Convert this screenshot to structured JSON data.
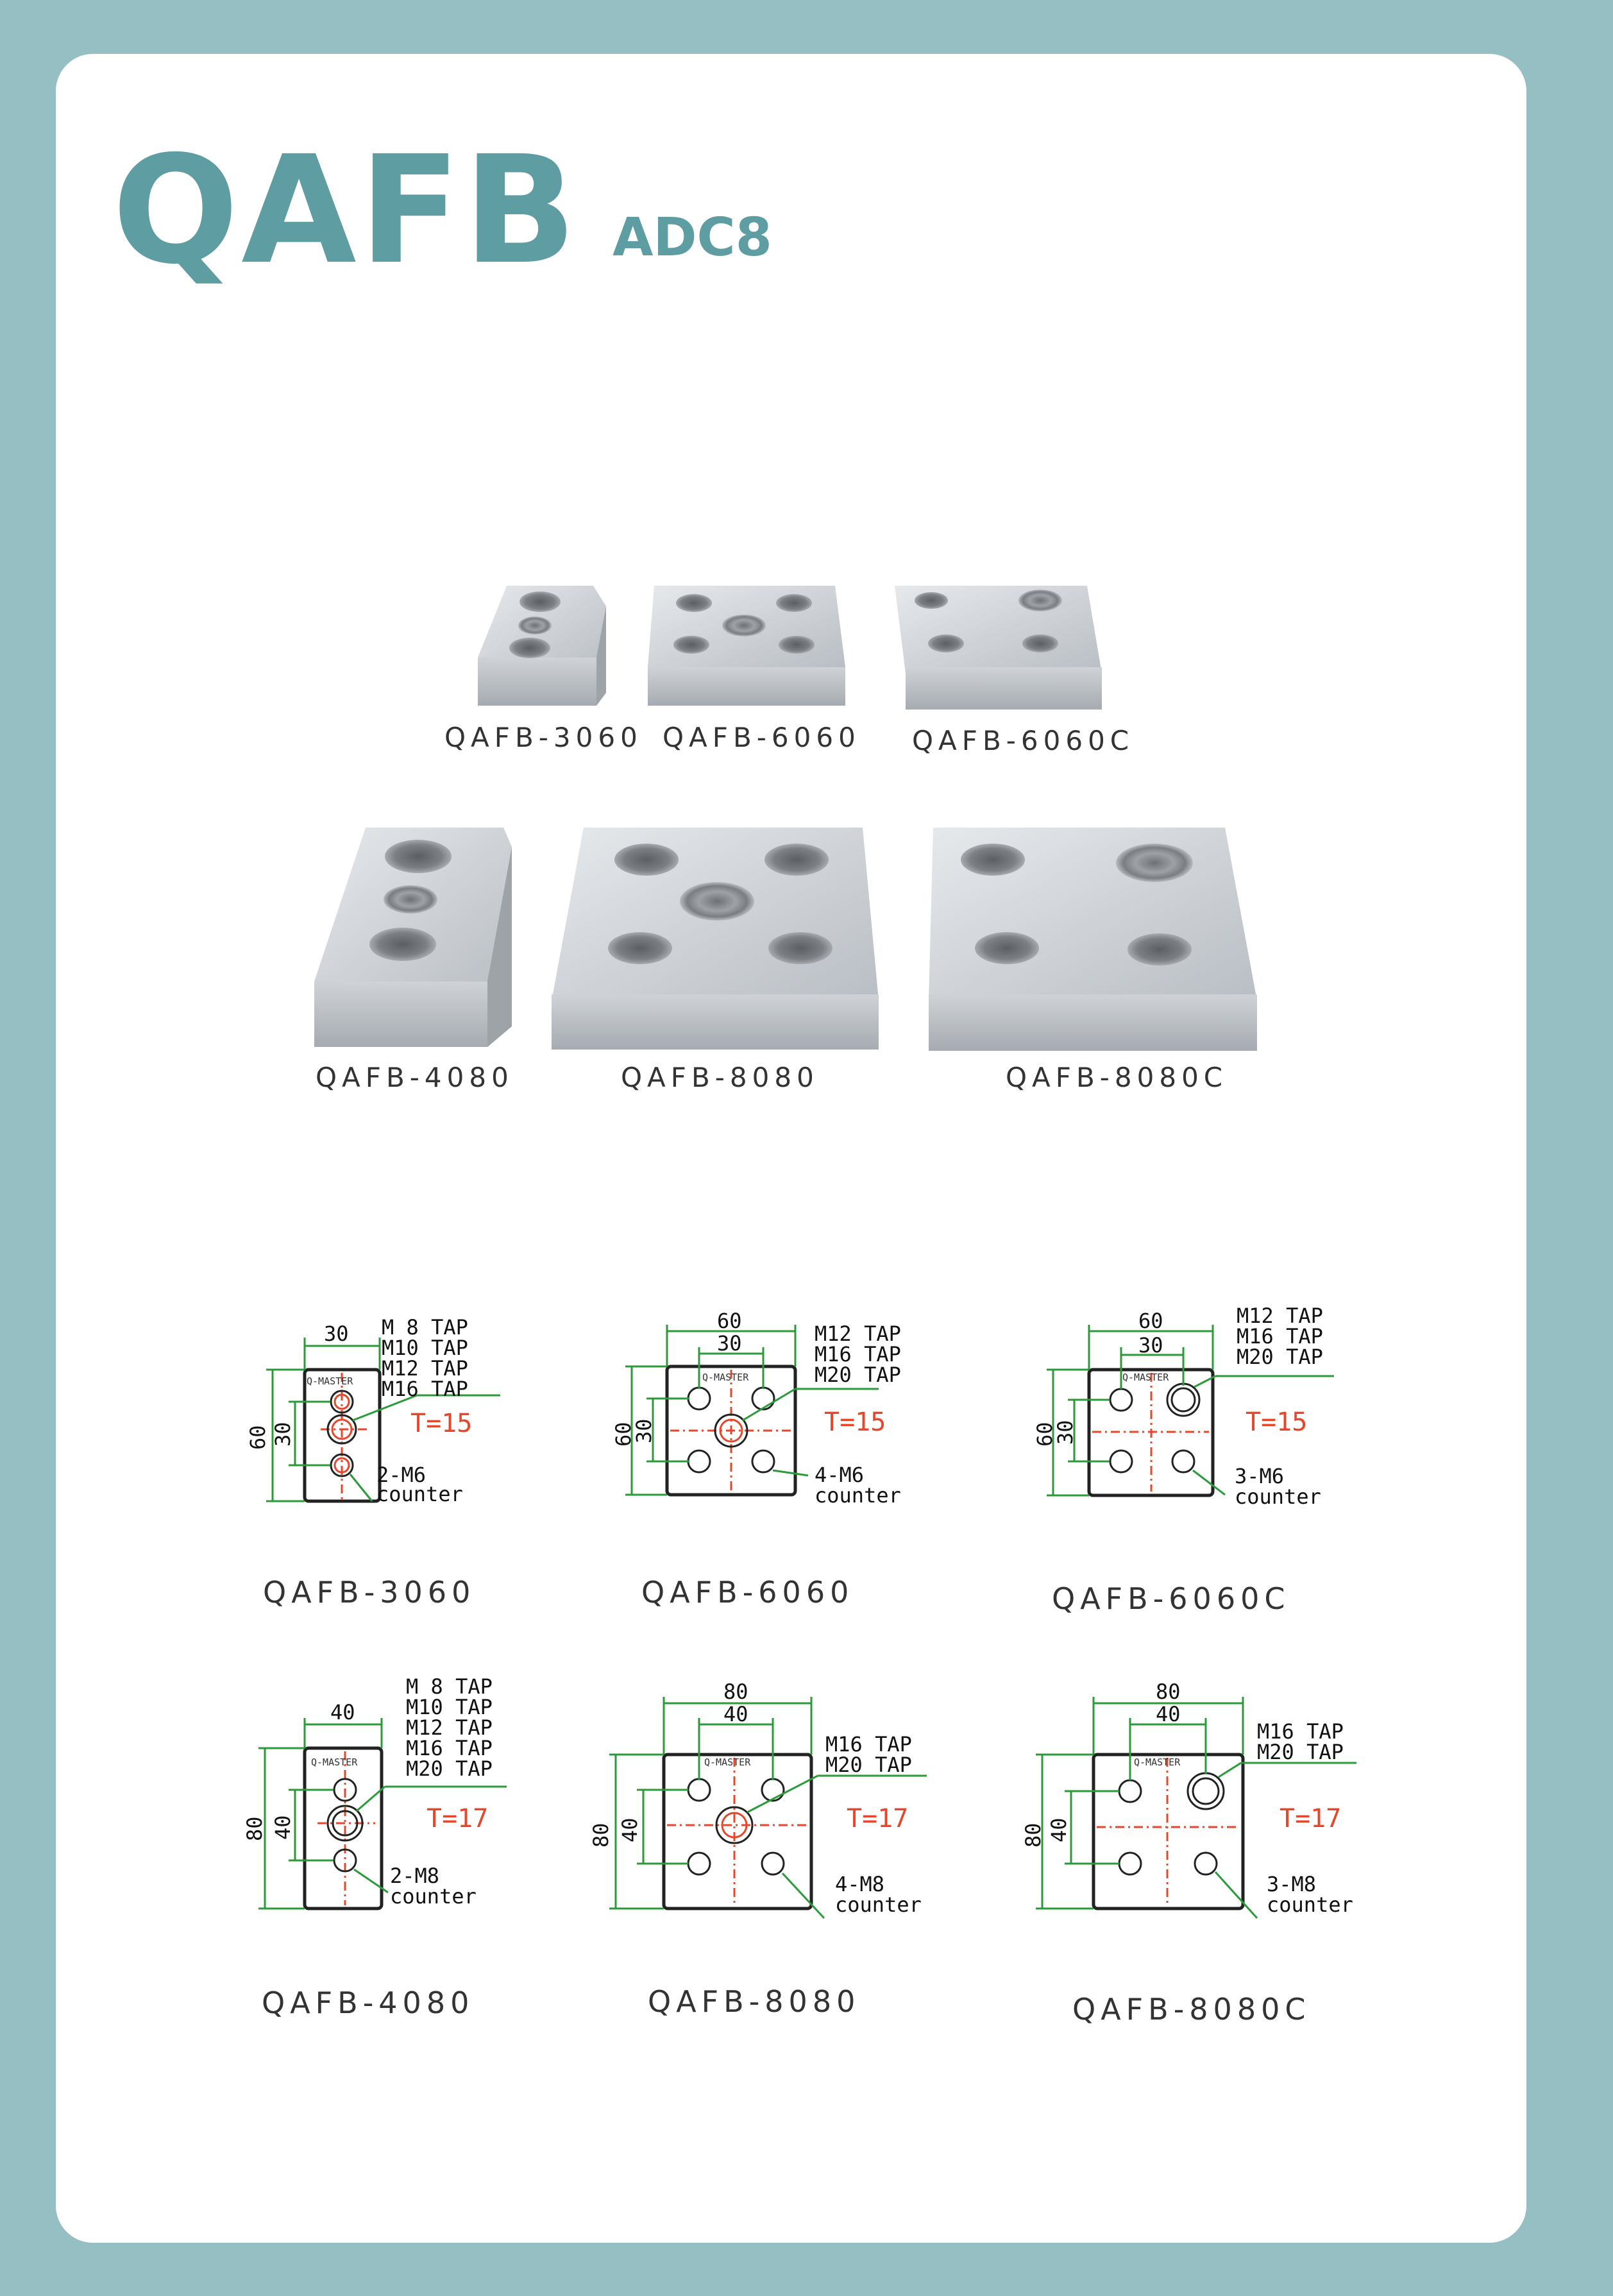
{
  "header": {
    "title": "QAFB",
    "material": "ADC8"
  },
  "photos": [
    {
      "label": "QAFB-3060"
    },
    {
      "label": "QAFB-6060"
    },
    {
      "label": "QAFB-6060C"
    },
    {
      "label": "QAFB-4080"
    },
    {
      "label": "QAFB-8080"
    },
    {
      "label": "QAFB-8080C"
    }
  ],
  "drawings": [
    {
      "label": "QAFB-3060",
      "width": "30",
      "height": "60",
      "inner": "30",
      "taps": [
        "M 8 TAP",
        "M10 TAP",
        "M12 TAP",
        "M16 TAP"
      ],
      "thickness": "T=15",
      "counter_count": "2-M6",
      "counter_word": "counter",
      "brand": "Q-MASTER"
    },
    {
      "label": "QAFB-6060",
      "width": "60",
      "inner": "30",
      "height": "60",
      "inner_h": "30",
      "taps": [
        "M12 TAP",
        "M16 TAP",
        "M20 TAP"
      ],
      "thickness": "T=15",
      "counter_count": "4-M6",
      "counter_word": "counter",
      "brand": "Q-MASTER"
    },
    {
      "label": "QAFB-6060C",
      "width": "60",
      "inner": "30",
      "height": "60",
      "inner_h": "30",
      "taps": [
        "M12 TAP",
        "M16 TAP",
        "M20 TAP"
      ],
      "thickness": "T=15",
      "counter_count": "3-M6",
      "counter_word": "counter",
      "brand": "Q-MASTER"
    },
    {
      "label": "QAFB-4080",
      "width": "40",
      "height": "80",
      "inner_h": "40",
      "taps": [
        "M 8 TAP",
        "M10 TAP",
        "M12 TAP",
        "M16 TAP",
        "M20 TAP"
      ],
      "thickness": "T=17",
      "counter_count": "2-M8",
      "counter_word": "counter",
      "brand": "Q-MASTER"
    },
    {
      "label": "QAFB-8080",
      "width": "80",
      "inner": "40",
      "height": "80",
      "inner_h": "40",
      "taps": [
        "M16 TAP",
        "M20 TAP"
      ],
      "thickness": "T=17",
      "counter_count": "4-M8",
      "counter_word": "counter",
      "brand": "Q-MASTER"
    },
    {
      "label": "QAFB-8080C",
      "width": "80",
      "inner": "40",
      "height": "80",
      "inner_h": "40",
      "taps": [
        "M16 TAP",
        "M20 TAP"
      ],
      "thickness": "T=17",
      "counter_count": "3-M8",
      "counter_word": "counter",
      "brand": "Q-MASTER"
    }
  ],
  "colors": {
    "accent": "#5e9ea3",
    "background": "#95bfc2",
    "dimension": "#2a9a3a",
    "thickness": "#e8462a",
    "centerline": "#e8462a"
  }
}
